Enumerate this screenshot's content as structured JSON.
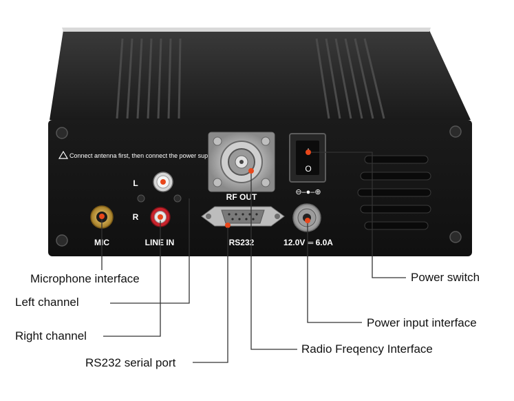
{
  "device": {
    "warning_text": "Connect antenna first, then connect the power supply!",
    "rf_out_label": "RF OUT",
    "left_channel_mark": "L",
    "right_channel_mark": "R",
    "mic_label": "MIC",
    "line_in_label": "LINE IN",
    "rs232_label": "RS232",
    "power_rating_label": "12.0V ═ 6.0A",
    "switch_on_mark": "I",
    "switch_off_mark": "O",
    "polarity_symbol": "⊖–●–⊕",
    "colors": {
      "chassis": "#1c1c1c",
      "marker_dot": "#e8471b",
      "callout_line": "#333333"
    }
  },
  "callouts": {
    "microphone": "Microphone interface",
    "left_channel": "Left channel",
    "right_channel": "Right channel",
    "rs232": "RS232 serial port",
    "power_switch": "Power switch",
    "power_input": "Power input interface",
    "radio_frequency": "Radio Freqency Interface"
  }
}
